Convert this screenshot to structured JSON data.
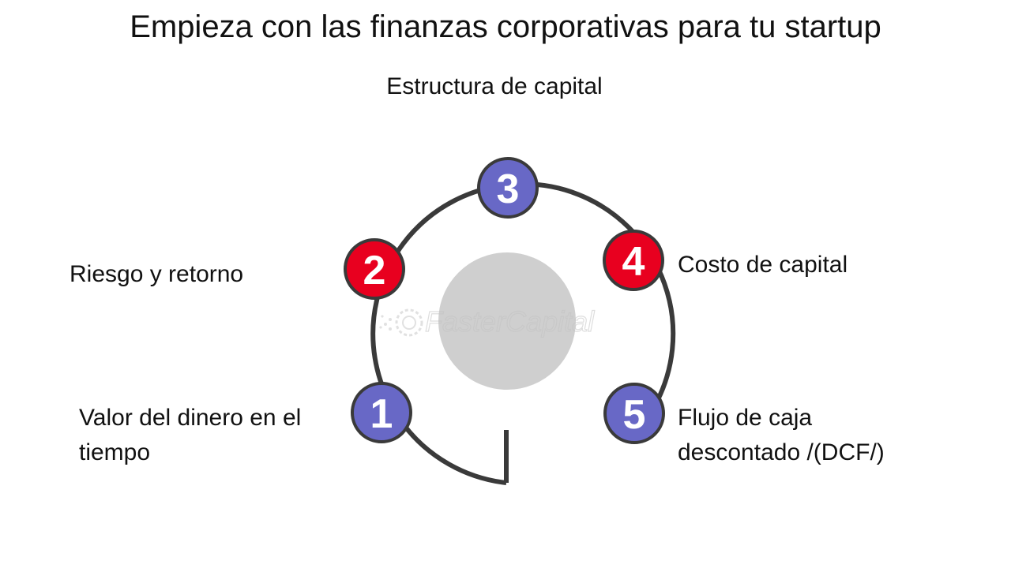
{
  "title": "Empieza con las finanzas corporativas para tu startup",
  "colors": {
    "ring": "#3a3a3a",
    "blue_node": "#6868c6",
    "red_node": "#e8001f",
    "center_disc": "#cfcfcf",
    "text": "#111111"
  },
  "steps": [
    {
      "number": "1",
      "label_lines": [
        "Valor del dinero en el",
        "tiempo"
      ],
      "color": "blue"
    },
    {
      "number": "2",
      "label_lines": [
        "Riesgo y retorno"
      ],
      "color": "red"
    },
    {
      "number": "3",
      "label_lines": [
        "Estructura de capital"
      ],
      "color": "blue"
    },
    {
      "number": "4",
      "label_lines": [
        "Costo de capital"
      ],
      "color": "red"
    },
    {
      "number": "5",
      "label_lines": [
        "Flujo de caja",
        "descontado /(DCF/)"
      ],
      "color": "blue"
    }
  ],
  "watermark": "FasterCapital"
}
